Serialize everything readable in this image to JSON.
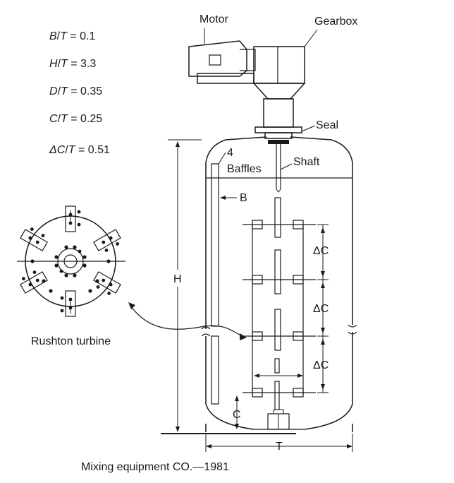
{
  "ratios": [
    {
      "num": "B",
      "den": "T",
      "value": "0.1"
    },
    {
      "num": "H",
      "den": "T",
      "value": "3.3"
    },
    {
      "num": "D",
      "den": "T",
      "value": "0.35"
    },
    {
      "num": "C",
      "den": "T",
      "value": "0.25"
    },
    {
      "num": "ΔC",
      "den": "T",
      "value": "0.51"
    }
  ],
  "labels": {
    "motor": "Motor",
    "gearbox": "Gearbox",
    "seal": "Seal",
    "shaft": "Shaft",
    "baffles_count": "4",
    "baffles": "Baffles",
    "b": "B",
    "h": "H",
    "delta_c": "ΔC",
    "c": "C",
    "t": "T",
    "rushton": "Rushton turbine",
    "caption": "Mixing equipment CO.—1981"
  },
  "colors": {
    "line": "#1a1a1a",
    "fill_gray": "#d9d9d9",
    "fill_dark": "#b3b3b3"
  }
}
